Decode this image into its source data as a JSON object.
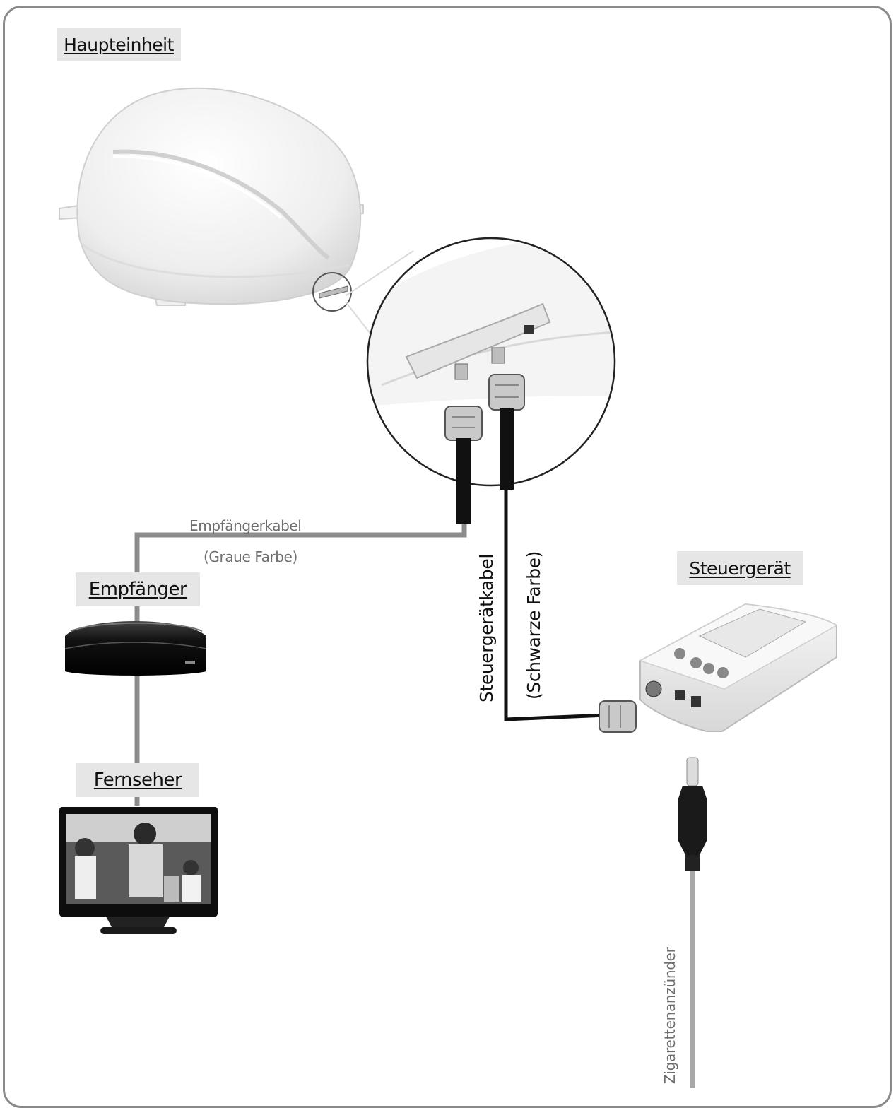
{
  "labels": {
    "haupteinheit": "Haupteinheit",
    "empfaenger": "Empfänger",
    "fernseher": "Fernseher",
    "steuergeraet": "Steuergerät"
  },
  "captions": {
    "empfaengerkabel": "Empfängerkabel",
    "graue_farbe": "(Graue Farbe)",
    "steuergeraetkabel": "Steuergerätkabel",
    "schwarze_farbe": "(Schwarze Farbe)",
    "zigarettenanzuender": "Zigarettenanzünder"
  },
  "colors": {
    "frame": "#8a8a8a",
    "grey_cable": "#8c8c8c",
    "black_cable": "#111111",
    "label_bg": "#e6e6e6"
  },
  "icons": [
    "dome-antenna-icon",
    "coax-connector-icon",
    "receiver-box-icon",
    "tv-monitor-icon",
    "controller-icon",
    "car-plug-icon"
  ]
}
